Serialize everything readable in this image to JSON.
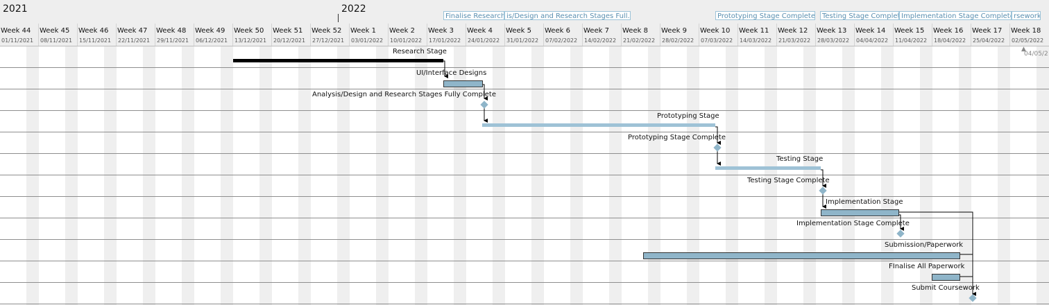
{
  "years": [
    "2021",
    "2022"
  ],
  "milestone_flags": [
    "Finalise Research",
    "is/Design and Research Stages Full...",
    "Prototyping Stage Complete",
    "Testing Stage Complet",
    "Implementation Stage Complete",
    "rsework"
  ],
  "weeks": [
    {
      "label": "Week 44",
      "date": "01/11/2021"
    },
    {
      "label": "Week 45",
      "date": "08/11/2021"
    },
    {
      "label": "Week 46",
      "date": "15/11/2021"
    },
    {
      "label": "Week 47",
      "date": "22/11/2021"
    },
    {
      "label": "Week 48",
      "date": "29/11/2021"
    },
    {
      "label": "Week 49",
      "date": "06/12/2021"
    },
    {
      "label": "Week 50",
      "date": "13/12/2021"
    },
    {
      "label": "Week 51",
      "date": "20/12/2021"
    },
    {
      "label": "Week 52",
      "date": "27/12/2021"
    },
    {
      "label": "Week 1",
      "date": "03/01/2022"
    },
    {
      "label": "Week 2",
      "date": "10/01/2022"
    },
    {
      "label": "Week 3",
      "date": "17/01/2022"
    },
    {
      "label": "Week 4",
      "date": "24/01/2022"
    },
    {
      "label": "Week 5",
      "date": "31/01/2022"
    },
    {
      "label": "Week 6",
      "date": "07/02/2022"
    },
    {
      "label": "Week 7",
      "date": "14/02/2022"
    },
    {
      "label": "Week 8",
      "date": "21/02/2022"
    },
    {
      "label": "Week 9",
      "date": "28/02/2022"
    },
    {
      "label": "Week 10",
      "date": "07/03/2022"
    },
    {
      "label": "Week 11",
      "date": "14/03/2022"
    },
    {
      "label": "Week 12",
      "date": "21/03/2022"
    },
    {
      "label": "Week 13",
      "date": "28/03/2022"
    },
    {
      "label": "Week 14",
      "date": "04/04/2022"
    },
    {
      "label": "Week 15",
      "date": "11/04/2022"
    },
    {
      "label": "Week 16",
      "date": "18/04/2022"
    },
    {
      "label": "Week 17",
      "date": "25/04/2022"
    },
    {
      "label": "Week 18",
      "date": "02/05/2022"
    }
  ],
  "edge_marker": "04/05/2",
  "tasks": [
    {
      "name": "Research Stage",
      "kind": "summary-black"
    },
    {
      "name": "UI/Interface Designs",
      "kind": "task"
    },
    {
      "name": "Analysis/Design and Research Stages Fully Complete",
      "kind": "milestone"
    },
    {
      "name": "Prototyping Stage",
      "kind": "summary-blue"
    },
    {
      "name": "Prototyping Stage Complete",
      "kind": "milestone"
    },
    {
      "name": "Testing Stage",
      "kind": "summary-blue"
    },
    {
      "name": "Testing Stage Complete",
      "kind": "milestone"
    },
    {
      "name": "Implementation Stage",
      "kind": "task"
    },
    {
      "name": "Implementation Stage Complete",
      "kind": "milestone"
    },
    {
      "name": "Submission/Paperwork",
      "kind": "task"
    },
    {
      "name": "FInalise All Paperwork",
      "kind": "task"
    },
    {
      "name": "Submit Coursework",
      "kind": "milestone"
    }
  ],
  "colors": {
    "header_bg": "#eeeeee",
    "column_shade": "#efefef",
    "bar_fill": "#8fb5c9",
    "summary_blue": "#9ec2d6",
    "summary_black": "#000000",
    "flag_text": "#5a8fb0"
  }
}
